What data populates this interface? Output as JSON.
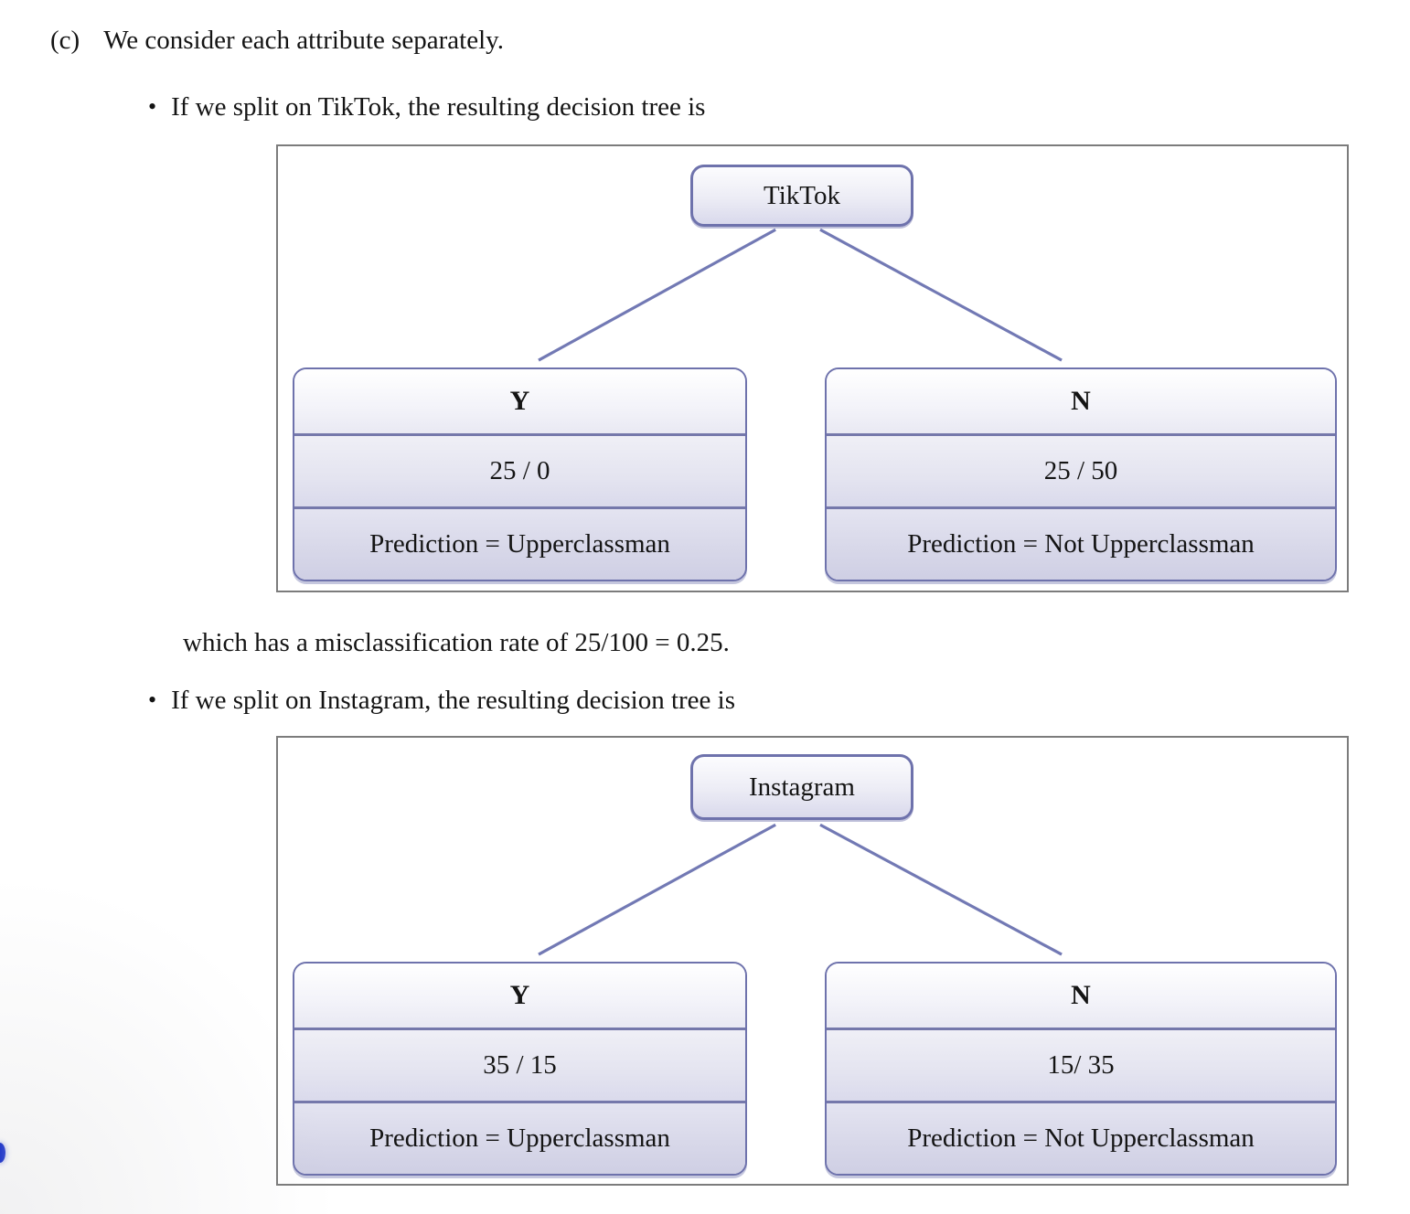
{
  "doc": {
    "item_label": "(c)",
    "intro": "We consider each attribute separately.",
    "bullet_glyph": "•",
    "bullets": [
      "If we split on TikTok, the resulting decision tree is",
      "If we split on Instagram, the resulting decision tree is"
    ],
    "misclassification_line": "which has a misclassification rate of 25/100 = 0.25."
  },
  "trees": [
    {
      "root": "TikTok",
      "children": [
        {
          "branch": "Y",
          "counts": "25 / 0",
          "prediction": "Prediction = Upperclassman"
        },
        {
          "branch": "N",
          "counts": "25 / 50",
          "prediction": "Prediction = Not Upperclassman"
        }
      ]
    },
    {
      "root": "Instagram",
      "children": [
        {
          "branch": "Y",
          "counts": "35 / 15",
          "prediction": "Prediction = Upperclassman"
        },
        {
          "branch": "N",
          "counts": "15/ 35",
          "prediction": "Prediction = Not Upperclassman"
        }
      ]
    }
  ],
  "colors": {
    "frame_border": "#7c7c7c",
    "node_border": "#6e72ac",
    "divider": "#7578ab",
    "edge_line": "#7279b4",
    "text": "#141414",
    "artifact_blue": "#1d36cf"
  }
}
